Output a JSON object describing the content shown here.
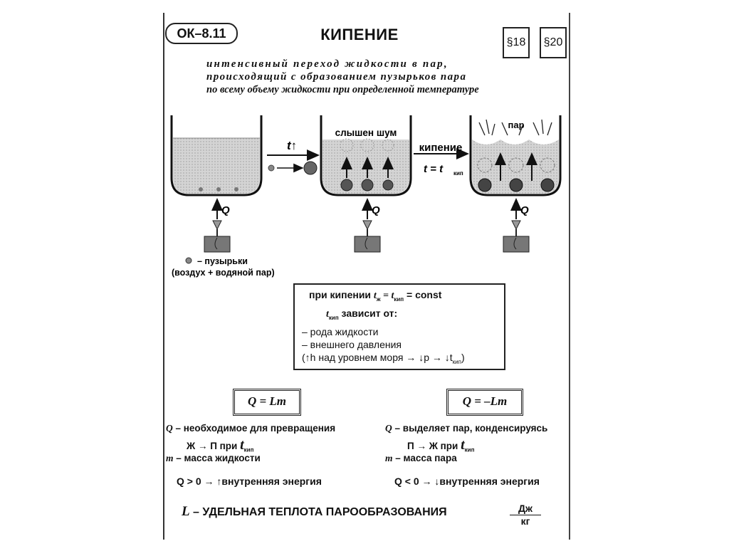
{
  "header": {
    "code": "ОК–8.11",
    "title": "КИПЕНИЕ",
    "refs": [
      "§18",
      "§20"
    ]
  },
  "definition": {
    "line1": "интенсивный переход жидкости в пар,",
    "line2": "происходящий с образованием пузырьков пара",
    "line3": "по всему объему жидкости при определенной температуре"
  },
  "diagram": {
    "heat_label": "Q",
    "arrow1_label": "t↑",
    "vessel2_label": "слышен шум",
    "arrow2_label": "кипение",
    "arrow2_sub_label": "t = t",
    "arrow2_sub_index": "кип",
    "vessel3_label": "пар",
    "legend_line1": "– пузырьки",
    "legend_line2": "(воздух + водяной пар)"
  },
  "info": {
    "line1_prefix": "при кипении ",
    "line1_formula": "t",
    "line1_sub1": "ж",
    "line1_mid": " = t",
    "line1_sub2": "кип",
    "line1_suffix": " = const",
    "line2_t": "t",
    "line2_sub": "кип",
    "line2_text": " зависит от:",
    "item1": "– рода жидкости",
    "item2": "– внешнего давления",
    "item3": "(↑h над уровнем моря → ↓p → ↓t",
    "item3_sub": "кип",
    "item3_end": ")"
  },
  "left_col": {
    "formula": "Q = Lm",
    "l1": "– необходимое для превращения",
    "l1_var": "Q",
    "l2": "Ж → П при ",
    "l2_t": "t",
    "l2_sub": "кип",
    "l3_var": "m",
    "l3": " – масса жидкости",
    "l4": "Q > 0 → ↑внутренняя энергия"
  },
  "right_col": {
    "formula": "Q = –Lm",
    "l1": "– выделяет пар, конденсируясь",
    "l1_var": "Q",
    "l2": "П → Ж при ",
    "l2_t": "t",
    "l2_sub": "кип",
    "l3_var": "m",
    "l3": " – масса пара",
    "l4": "Q < 0 → ↓внутренняя энергия"
  },
  "footer": {
    "var": "L",
    "text": " – УДЕЛЬНАЯ ТЕПЛОТА ПАРООБРАЗОВАНИЯ",
    "unit_num": "Дж",
    "unit_den": "кг"
  }
}
